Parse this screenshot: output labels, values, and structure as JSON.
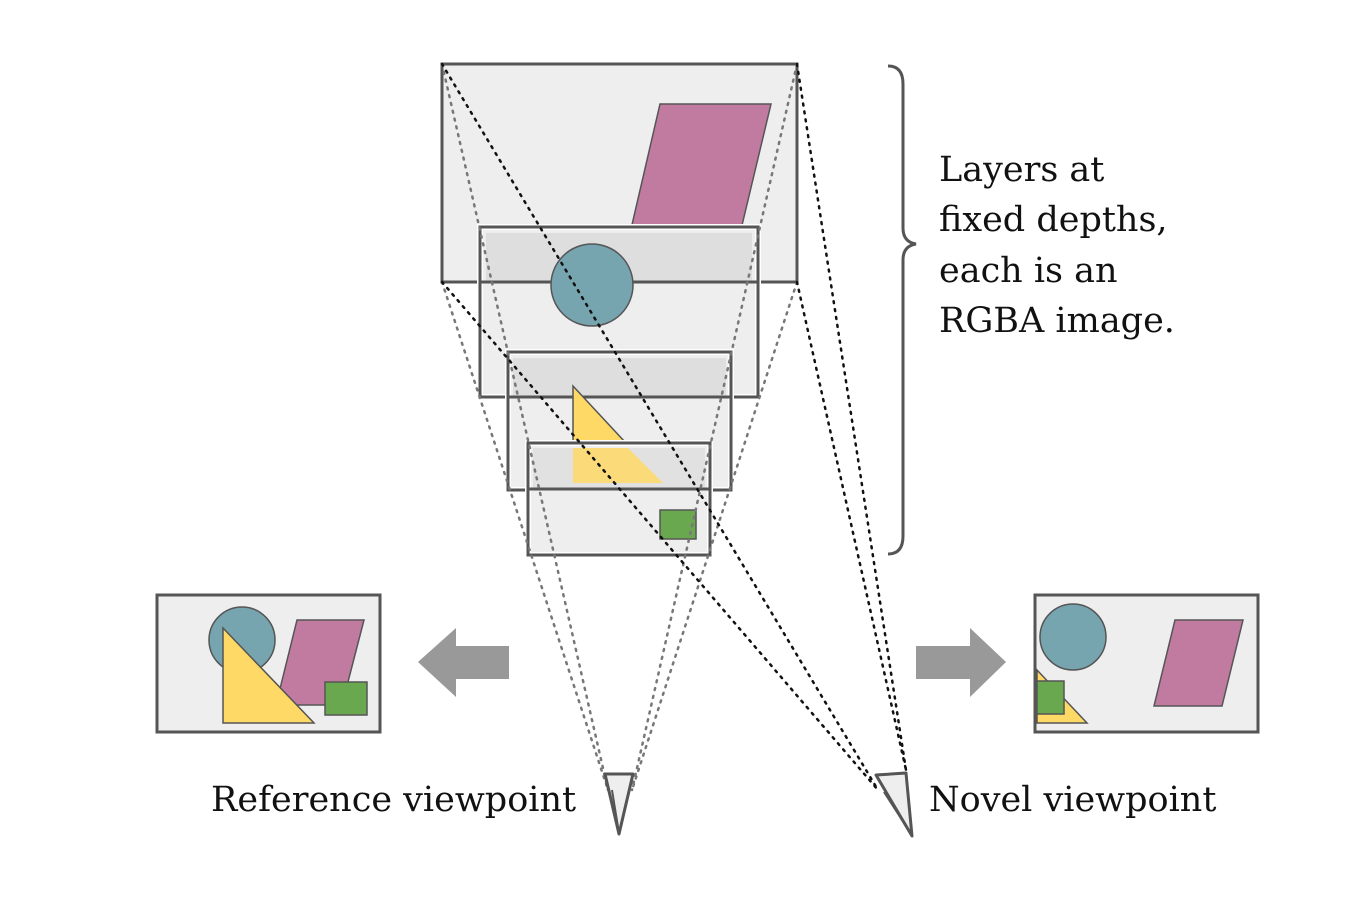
{
  "labels": {
    "reference_viewpoint": "Reference viewpoint",
    "novel_viewpoint": "Novel viewpoint",
    "layers_caption": [
      "Layers at",
      "fixed depths,",
      "each is an",
      "RGBA image."
    ]
  },
  "colors": {
    "plane_fill": "#eeeeee",
    "plane_band": "#dedede",
    "plane_stroke": "#555555",
    "parallelogram": "#c27ba0",
    "circle": "#76a5af",
    "triangle": "#ffd966",
    "square": "#6aa84f",
    "arrow": "#999999",
    "ray": "#111111",
    "ray_light": "#777777"
  }
}
